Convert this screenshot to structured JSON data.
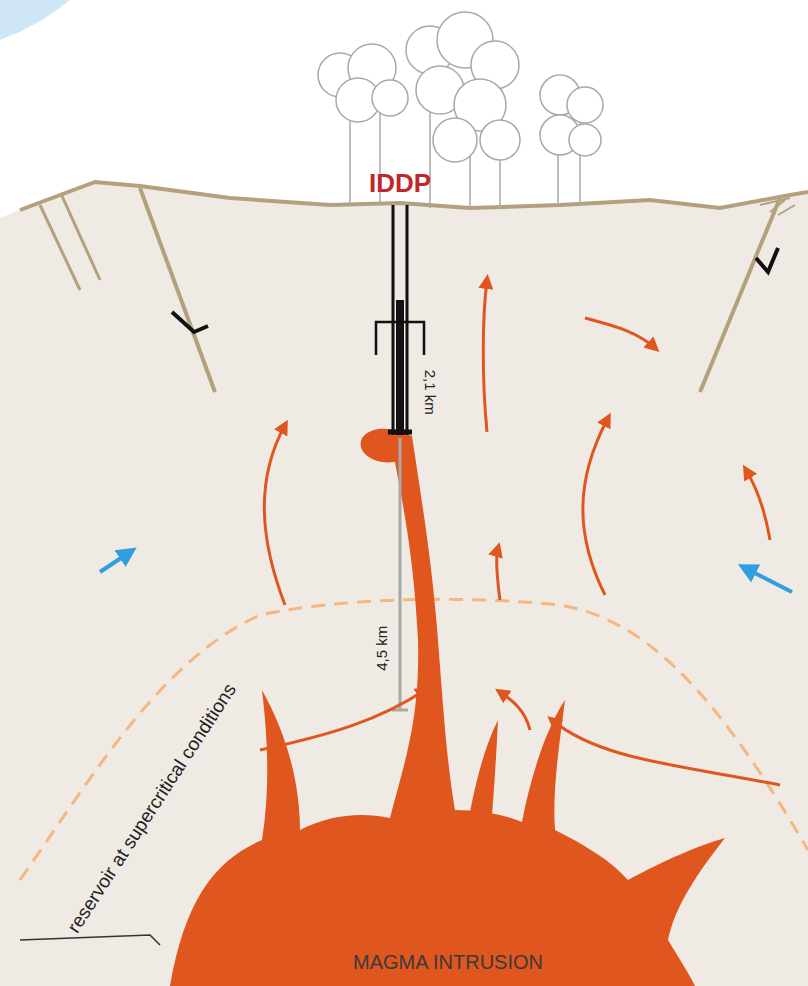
{
  "diagram": {
    "labels": [
      "IDDP",
      "2,1 km",
      "4,5 km",
      "reservoir at supercritical conditions",
      "MAGMA INTRUSION"
    ]
  }
}
